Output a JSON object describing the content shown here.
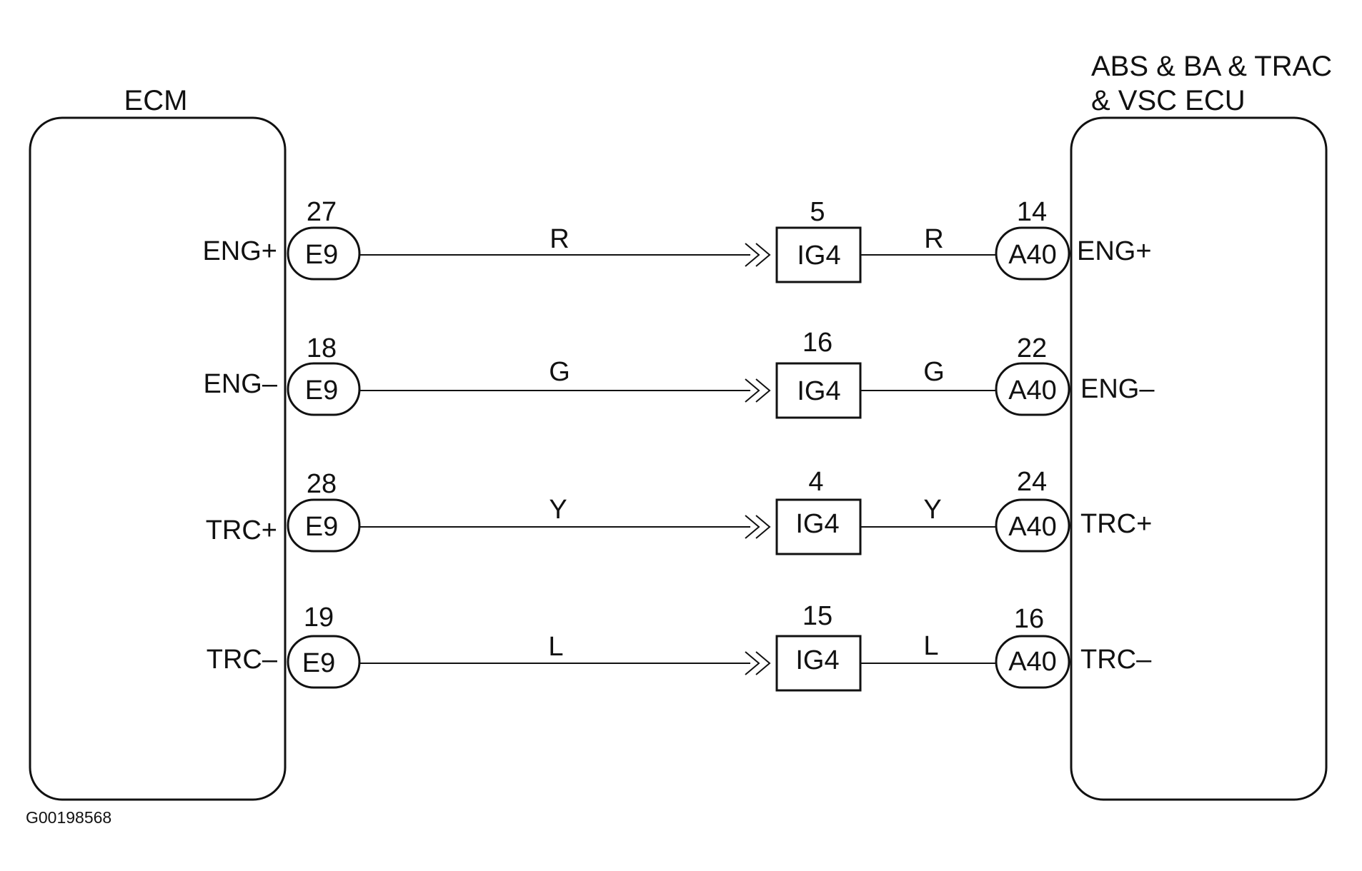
{
  "ecm": {
    "title": "ECM"
  },
  "abs_ecu": {
    "title_line1": "ABS & BA & TRAC",
    "title_line2": "& VSC ECU"
  },
  "figure_id": "G00198568",
  "circuits": [
    {
      "ecm_pin": "27",
      "ecm_connector": "E9",
      "ecm_signal": "ENG+",
      "wire_color_1": "R",
      "junction_pin": "5",
      "junction_connector": "IG4",
      "wire_color_2": "R",
      "ecu_pin": "14",
      "ecu_connector": "A40",
      "ecu_signal": "ENG+"
    },
    {
      "ecm_pin": "18",
      "ecm_connector": "E9",
      "ecm_signal": "ENG–",
      "wire_color_1": "G",
      "junction_pin": "16",
      "junction_connector": "IG4",
      "wire_color_2": "G",
      "ecu_pin": "22",
      "ecu_connector": "A40",
      "ecu_signal": "ENG–"
    },
    {
      "ecm_pin": "28",
      "ecm_connector": "E9",
      "ecm_signal": "TRC+",
      "wire_color_1": "Y",
      "junction_pin": "4",
      "junction_connector": "IG4",
      "wire_color_2": "Y",
      "ecu_pin": "24",
      "ecu_connector": "A40",
      "ecu_signal": "TRC+"
    },
    {
      "ecm_pin": "19",
      "ecm_connector": "E9",
      "ecm_signal": "TRC–",
      "wire_color_1": "L",
      "junction_pin": "15",
      "junction_connector": "IG4",
      "wire_color_2": "L",
      "ecu_pin": "16",
      "ecu_connector": "A40",
      "ecu_signal": "TRC–"
    }
  ]
}
